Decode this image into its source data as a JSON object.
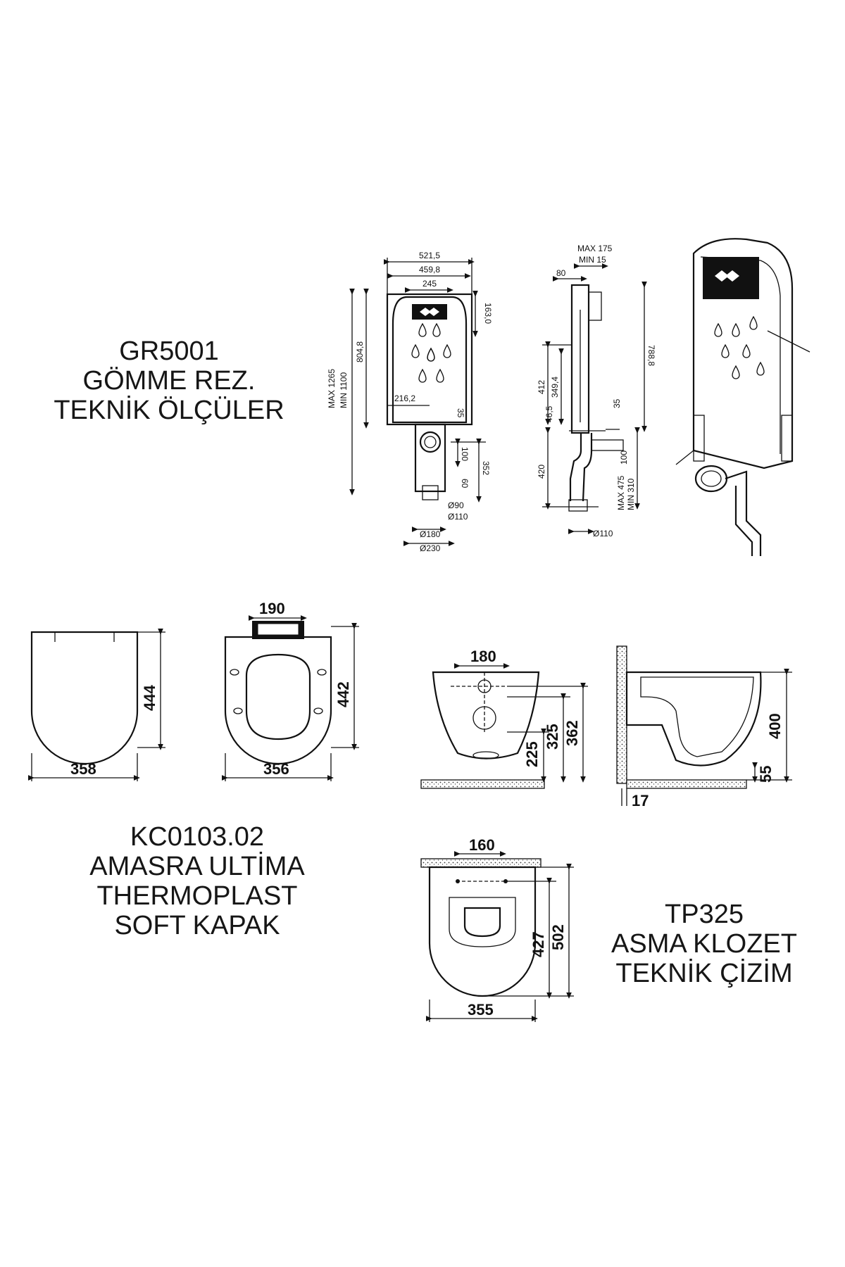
{
  "captions": {
    "gr5001": [
      "GR5001",
      "GÖMME REZ.",
      "TEKNİK ÖLÇÜLER"
    ],
    "kc0103": [
      "KC0103.02",
      "AMASRA ULTİMA",
      "THERMOPLAST",
      "SOFT KAPAK"
    ],
    "tp325": [
      "TP325",
      "ASMA KLOZET",
      "TEKNİK ÇİZİM"
    ]
  },
  "cistern_front": {
    "w_521": "521,5",
    "w_459": "459,8",
    "w_245": "245",
    "h_163": "163,0",
    "h_804": "804,8",
    "max_1265": "MAX 1265",
    "min_1100": "MIN 1100",
    "w_216": "216,2",
    "h_35": "35",
    "h_100": "100",
    "h_352": "352",
    "h_60": "60",
    "d_90": "Ø90",
    "d_110": "Ø110",
    "d_180": "Ø180",
    "d_230": "Ø230"
  },
  "cistern_side": {
    "max_175": "MAX 175",
    "min_15": "MIN 15",
    "w_80": "80",
    "h_412": "412",
    "h_349": "349,4",
    "h_788": "788,8",
    "h_46": "46,5",
    "h_35": "35",
    "h_420": "420",
    "h_100": "100",
    "max_475": "MAX 475",
    "min_310": "MIN 310",
    "d_110": "Ø110"
  },
  "seat_lid": {
    "h": "444",
    "w": "358"
  },
  "seat_open": {
    "top": "190",
    "h": "442",
    "w": "356"
  },
  "wc_front": {
    "top": "180",
    "h_225": "225",
    "h_325": "325",
    "h_362": "362"
  },
  "wc_side": {
    "h_400": "400",
    "h_55": "55",
    "w_17": "17"
  },
  "wc_top": {
    "top": "160",
    "h_427": "427",
    "h_502": "502",
    "w": "355"
  }
}
